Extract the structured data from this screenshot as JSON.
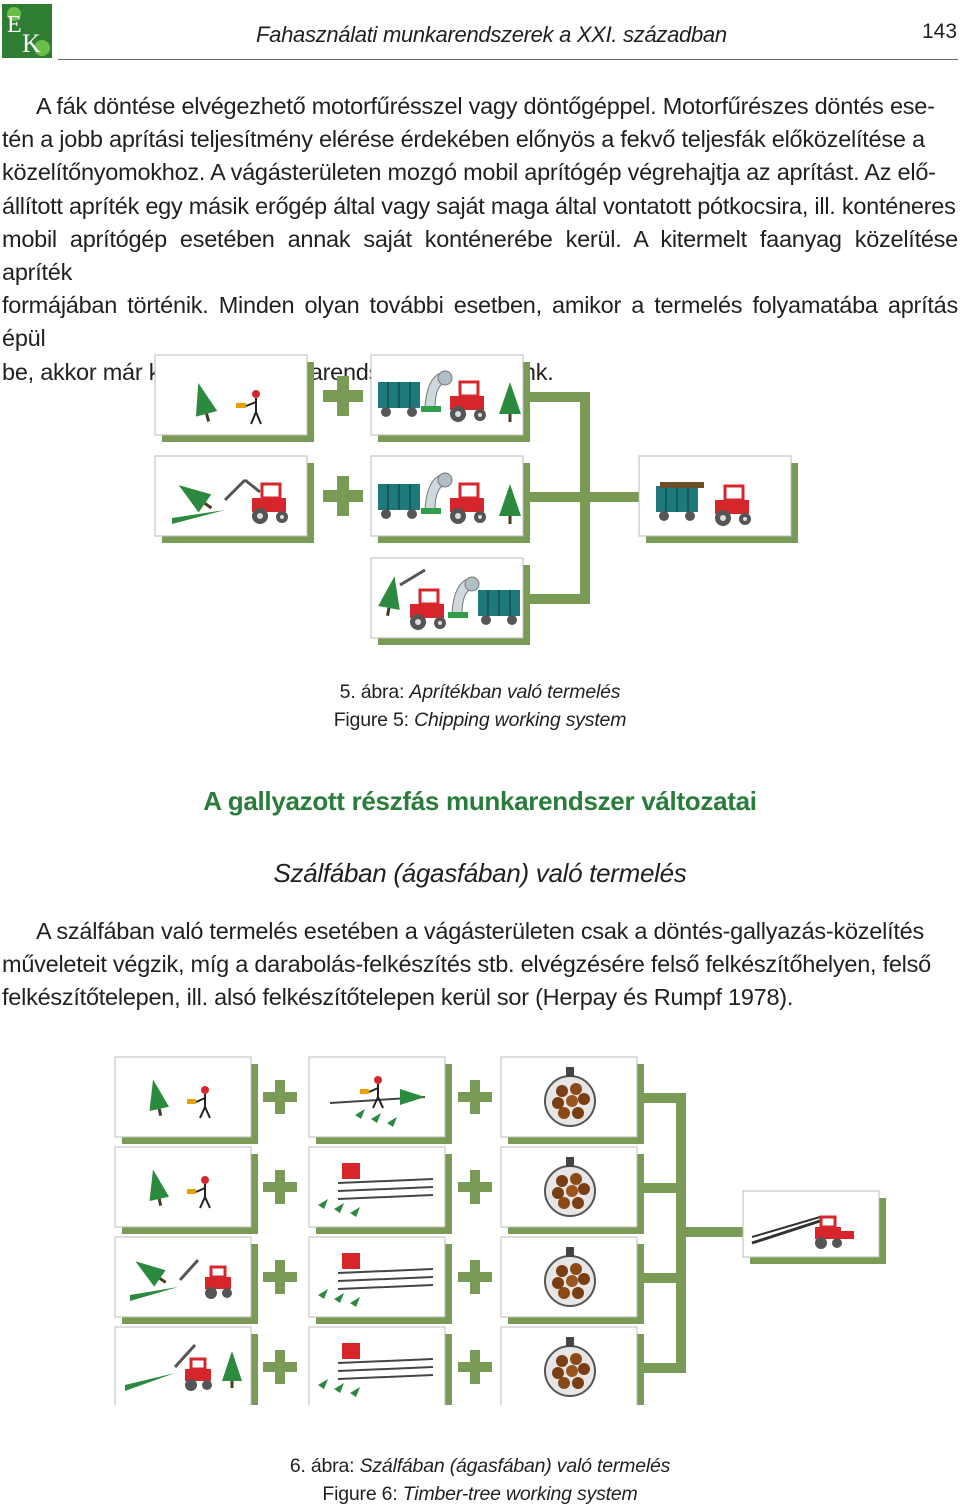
{
  "header": {
    "logo_text": "EK",
    "title": "Fahasználati munkarendszerek a XXI. században",
    "page_number": "143"
  },
  "paragraph1": {
    "lines": [
      "A fák döntése elvégezhető motorfűrésszel vagy döntőgéppel. Motorfűrészes döntés ese-",
      "tén a jobb aprítási teljesítmény elérése érdekében előnyös a fekvő teljesfák előközelítése a",
      "közelítőnyomokhoz. A vágásterületen mozgó mobil aprítógép végrehajtja az aprítást. Az elő-",
      "állított apríték egy másik erőgép által vagy saját maga által vontatott pótkocsira, ill. konténeres",
      "mobil aprítógép esetében annak saját konténerébe kerül. A kitermelt faanyag közelítése apríték",
      "formájában történik. Minden olyan további esetben, amikor a termelés folyamatába aprítás épül",
      "be, akkor már kombinált munkarendszerről beszélünk."
    ]
  },
  "figure5": {
    "caption_hu_prefix": "5. ábra: ",
    "caption_hu": "Aprítékban való termelés",
    "caption_en_prefix": "Figure 5: ",
    "caption_en": "Chipping working system"
  },
  "section_title": "A gallyazott részfás munkarendszer változatai",
  "subsection_title": "Szálfában (ágasfában) való termelés",
  "paragraph2": {
    "lines": [
      "A szálfában való termelés esetében a vágásterületen csak a döntés-gallyazás-közelítés",
      "műveleteit végzik, míg a darabolás-felkészítés stb. elvégzésére felső felkészítőhelyen, felső",
      "felkészítőtelepen, ill. alsó felkészítőtelepen kerül sor (Herpay és Rumpf 1978)."
    ]
  },
  "figure6": {
    "caption_hu_prefix": "6. ábra: ",
    "caption_hu": "Szálfában (ágasfában) való termelés",
    "caption_en_prefix": "Figure 6: ",
    "caption_en": "Timber-tree working system"
  },
  "colors": {
    "accent_green": "#2a7c3a",
    "connector_green": "#7a9b55",
    "machine_red": "#d7262b",
    "trailer_teal": "#1e7a7a"
  }
}
